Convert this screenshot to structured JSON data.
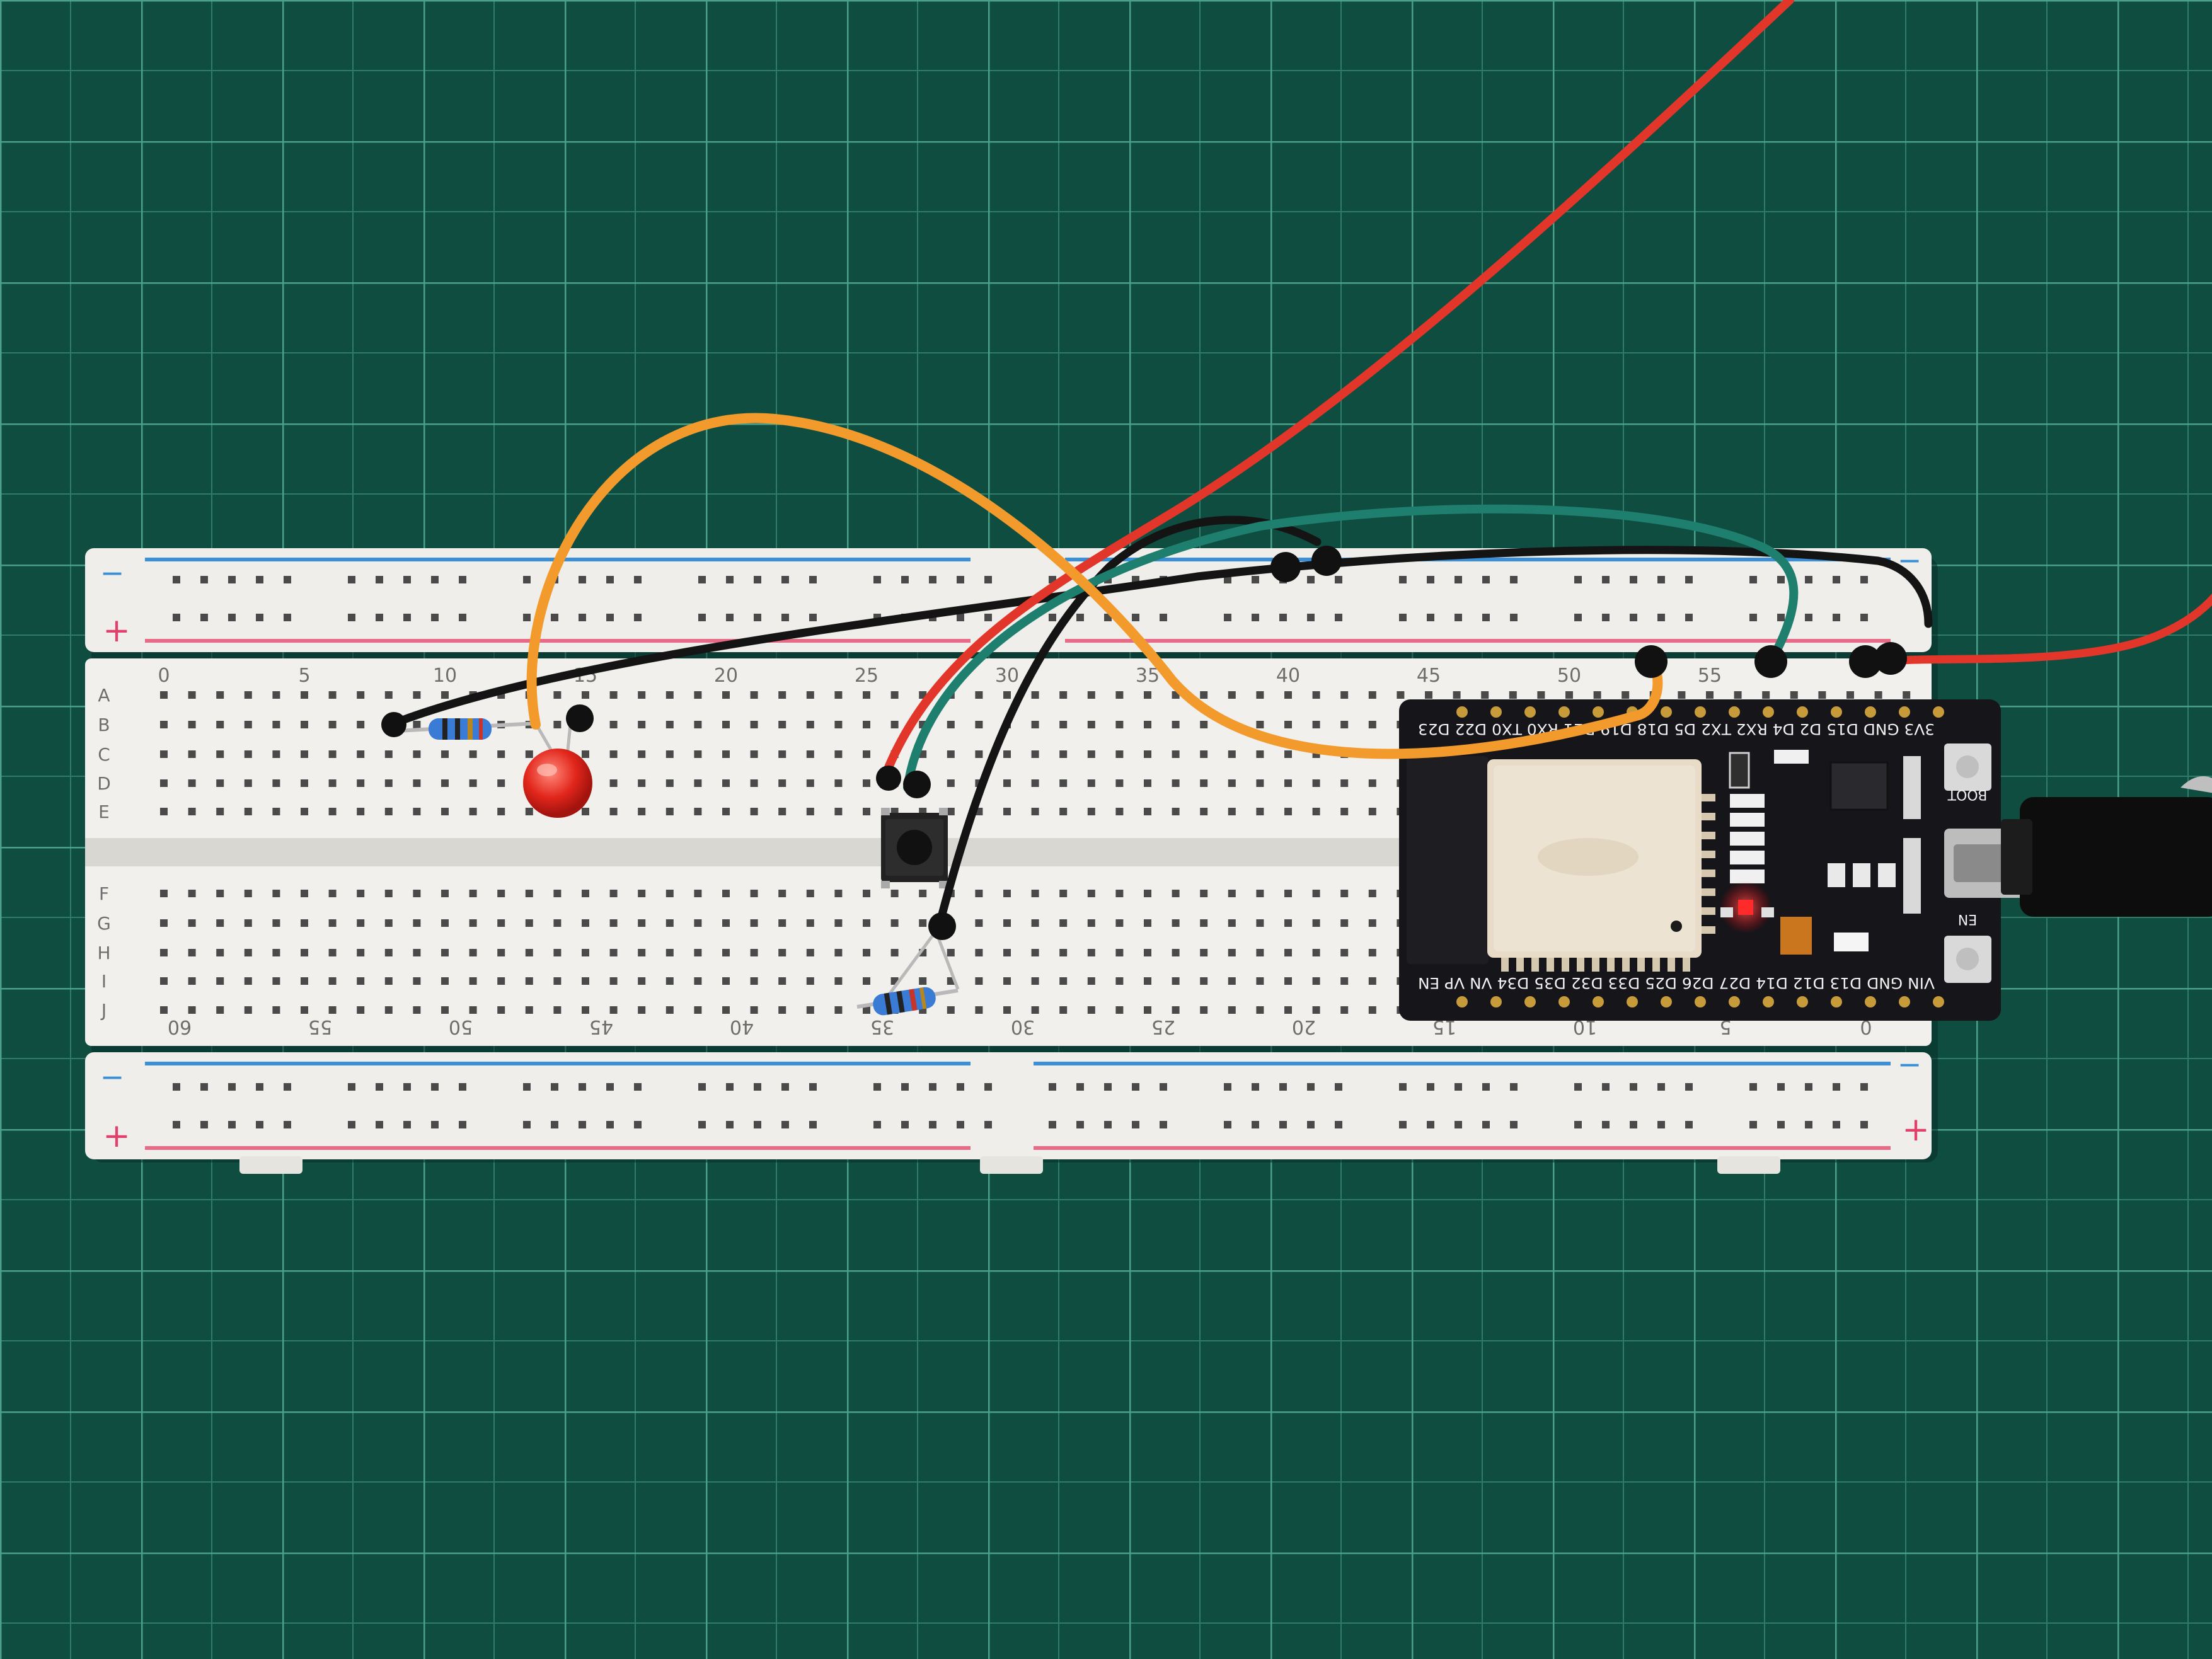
{
  "mat": {
    "color": "#0e4d40",
    "line_color": "#3f8f7a"
  },
  "breadboard": {
    "top_numbers": [
      "0",
      "5",
      "10",
      "15",
      "20",
      "25",
      "30",
      "35",
      "40",
      "45",
      "50",
      "55"
    ],
    "bottom_numbers": [
      "60",
      "55",
      "50",
      "45",
      "40",
      "35",
      "30",
      "25",
      "20",
      "15",
      "10",
      "5",
      "0"
    ],
    "upper_rows": [
      "A",
      "B",
      "C",
      "D",
      "E"
    ],
    "lower_rows": [
      "F",
      "G",
      "H",
      "I",
      "J"
    ],
    "rail_minus": "−",
    "rail_plus": "+"
  },
  "esp32": {
    "top_pins": "3V3 GND D15 D2 D4 RX2 TX2 D5 D18 D19 D21 RX0 TX0 D22 D23",
    "bottom_pins": "VIN GND D13 D12 D14 D27 D26 D25 D33 D32 D35 D34 VN VP EN",
    "boot_label": "BOOT",
    "en_label": "EN",
    "colors": {
      "board": "#15151a",
      "shield": "#e8dcc8",
      "led": "#ff2a2a"
    }
  },
  "wires": {
    "red": "#e3362a",
    "orange": "#f39a2c",
    "teal": "#1f7f6e",
    "black": "#151515"
  }
}
